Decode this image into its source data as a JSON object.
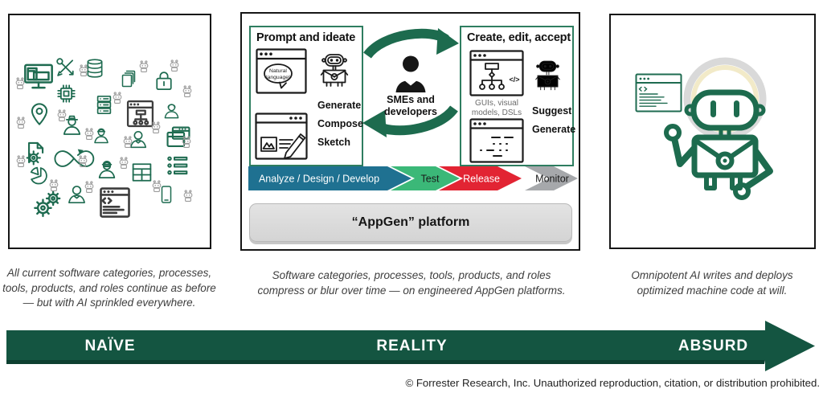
{
  "figure": {
    "stages": [
      "NAÏVE",
      "REALITY",
      "ABSURD"
    ],
    "footer": "© Forrester Research, Inc. Unauthorized reproduction, citation, or distribution prohibited."
  },
  "left_panel": {
    "caption": "All current software categories, processes, tools, products, and roles continue as before — but with AI sprinkled everywhere.",
    "icons": [
      "desktop-monitor",
      "tools",
      "database",
      "documents",
      "padlock",
      "cpu-chip",
      "server-rack",
      "flowchart-window",
      "businesswoman",
      "location-pin",
      "analyst-person",
      "devops-infinity-loop",
      "developer-person",
      "browser-windows",
      "file-with-gear",
      "checklist",
      "pie-chart",
      "hacker-person",
      "data-table",
      "gears",
      "consultant-person",
      "code-window",
      "mobile-phone",
      "ai-robots-sprinkled-everywhere"
    ]
  },
  "middle_panel": {
    "prompt_box": {
      "title": "Prompt and ideate",
      "speech_bubble": [
        "Natural",
        "language!"
      ],
      "labels": [
        "Generate",
        "Compose",
        "Sketch"
      ]
    },
    "create_box": {
      "title": "Create, edit, accept",
      "code_glyph": "</>",
      "artifact_caption": [
        "GUIs, visual",
        "models, DSLs"
      ],
      "labels": [
        "Suggest",
        "Generate"
      ]
    },
    "hub": [
      "SMEs and",
      "developers"
    ],
    "process": {
      "segments": [
        {
          "label": "Analyze / Design / Develop",
          "color": "#1f7191",
          "text_color": "#ffffff"
        },
        {
          "label": "Test",
          "color": "#3bb878",
          "text_color": "#1a1a1a"
        },
        {
          "label": "Release",
          "color": "#e22433",
          "text_color": "#ffffff"
        },
        {
          "label": "Monitor",
          "color": "#a6a8ab",
          "text_color": "#1a1a1a"
        }
      ]
    },
    "platform": "“AppGen” platform",
    "caption": "Software categories, processes, tools, products, and roles compress or blur over time — on engineered AppGen platforms."
  },
  "right_panel": {
    "caption": "Omnipotent AI writes and deploys optimized machine code at will."
  },
  "colors": {
    "axis_arrow_green": "#145541",
    "icon_green": "#1e6b50",
    "cycle_green": "#1d6b4e",
    "robot_green": "#1d6b4e",
    "halo_gray": "#d9d9d9",
    "halo_yellow": "#f2eac8",
    "platform_gray": "#dbdbdb"
  }
}
